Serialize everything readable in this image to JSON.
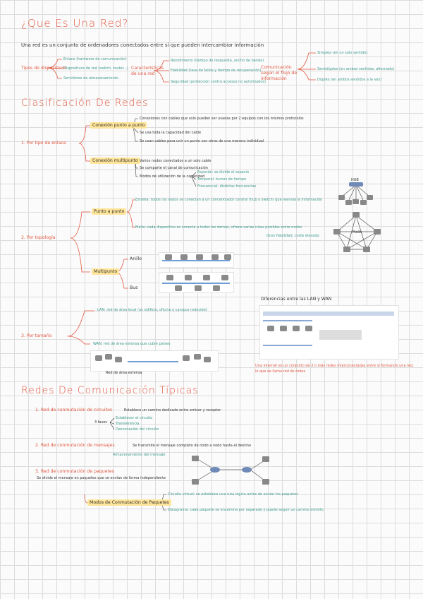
{
  "title": "¿Que Es Una Red?",
  "intro": "Una red es un conjunto de ordenadores conectados entre sí que pueden intercambiar información",
  "motivos": {
    "label": "Tipos de dispositivos",
    "items": [
      "Enlace (hardware de comunicación)",
      "Dispositivos de red (switch, router...)",
      "Servidores de almacenamiento"
    ]
  },
  "caracteristicas": {
    "label": "Características de una red",
    "items": [
      "Rendimiento (tiempo de respuesta, ancho de banda)",
      "Fiabilidad (tasa de fallos y tiempo de recuperación)",
      "Seguridad (protección contra accesos no autorizados)"
    ]
  },
  "flujo": {
    "label": "Comunicación según el flujo de información",
    "items": [
      "Simplex (en un solo sentido)",
      "Semidúplex (en ambos sentidos, alternado)",
      "Dúplex (en ambos sentidos a la vez)"
    ]
  },
  "clasificacion": {
    "title": "Clasificación De Redes",
    "medio": {
      "label": "1. Por tipo de enlace",
      "punto": "Conexión punto a punto",
      "punto_items": [
        "Conexiones con cables que solo pueden ser usadas por 2 equipos con los mismos protocolos",
        "Se usa toda la capacidad del cable",
        "Se usan cables para unir un punto con otros de una manera individual"
      ],
      "multi": "Conexión multipunto",
      "multi_items": [
        "Varios nodos conectados a un solo cable",
        "Se comparte el canal de comunicación",
        "Modos de utilización de la capacidad"
      ],
      "multi_sub": [
        "Espacial: se divide el espacio",
        "Temporal: turnos de tiempo",
        "Frecuencial: distintas frecuencias"
      ]
    },
    "topologia": {
      "label": "2. Por topología",
      "p2p": "Punto a punto",
      "estrella": "Estrella: todos los nodos se conectan a un concentrador central (hub o switch) que reenvía la información",
      "malla": "Malla: cada dispositivo se conecta a todos los demás, ofrece varias rutas posibles entre nodos",
      "malla_note": "Gran fiabilidad, coste elevado",
      "multipunto": "Multipunto",
      "anillo": "Anillo",
      "bus": "Bus",
      "hub_label": "HUB",
      "malla_label": "Malla"
    },
    "tamano": {
      "label": "3. Por tamaño",
      "lan": "LAN: red de área local (un edificio, oficina o campus reducido)",
      "wan": "WAN: red de área extensa que cubre países",
      "wan_caption": "Red de área extensa"
    },
    "diferencias": {
      "title": "Diferencias entre las LAN y WAN",
      "note": "Una internet es un conjunto de 2 o más redes interconectadas entre sí formando una red, lo que se llama red de redes"
    }
  },
  "conmutacion": {
    "title": "Redes De Comunicación Típicas",
    "c1_label": "1. Red de conmutación de circuitos",
    "c1_text": "Establece un camino dedicado entre emisor y receptor",
    "c1_fases": "3 fases",
    "c1_items": [
      "Establecer el circuito",
      "Transferencia",
      "Desconexión del circuito"
    ],
    "c2_label": "2. Red de conmutación de mensajes",
    "c2_text": "Se transmite el mensaje completo de nodo a nodo hasta el destino",
    "c2_sub": "Almacenamiento del mensaje",
    "c3_label": "3. Red de conmutación de paquetes",
    "c3_text": "Se divide el mensaje en paquetes que se envían de forma independiente",
    "modos": "Modos de Conmutación de Paquetes",
    "modos_items": [
      "Circuito virtual: se establece una ruta lógica antes de enviar los paquetes",
      "Datagrama: cada paquete se encamina por separado y puede seguir un camino distinto"
    ]
  }
}
